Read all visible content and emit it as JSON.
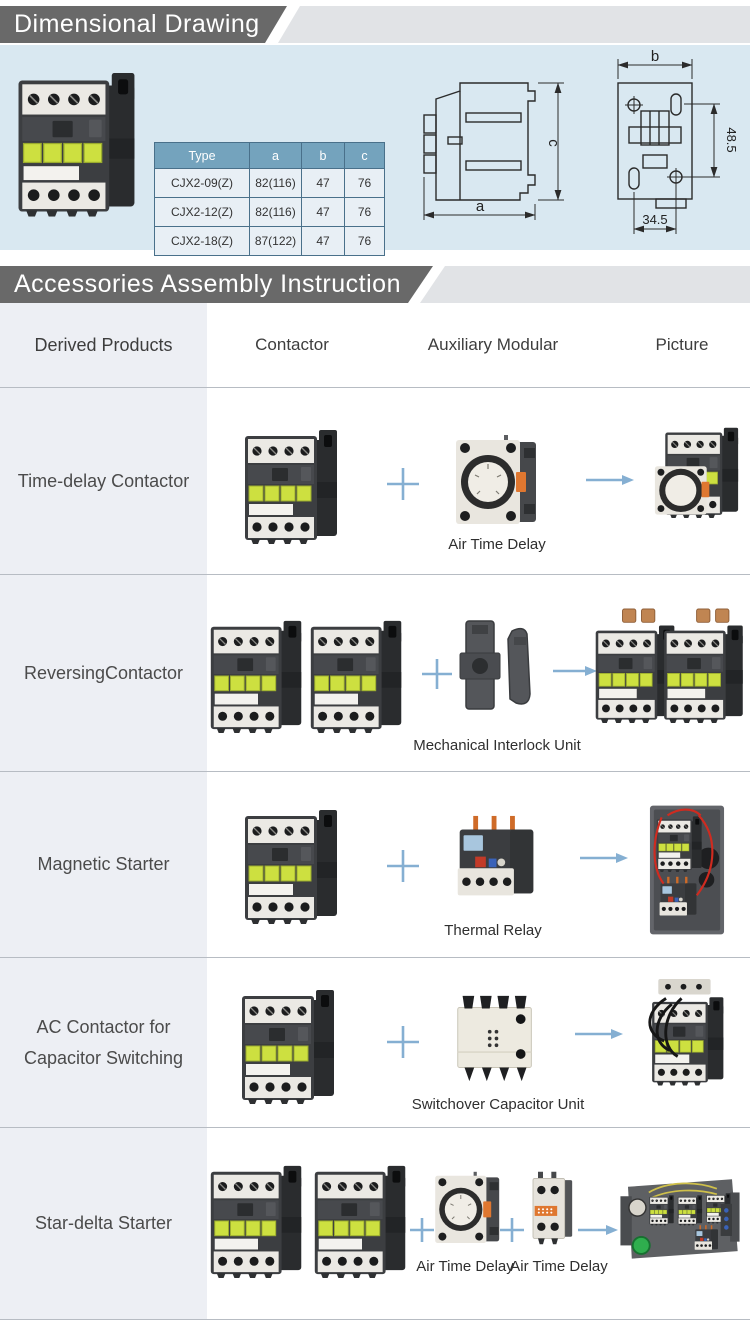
{
  "dimensional": {
    "title": "Dimensional Drawing",
    "table": {
      "headers": [
        "Type",
        "a",
        "b",
        "c"
      ],
      "rows": [
        [
          "CJX2-09(Z)",
          "82(116)",
          "47",
          "76"
        ],
        [
          "CJX2-12(Z)",
          "82(116)",
          "47",
          "76"
        ],
        [
          "CJX2-18(Z)",
          "87(122)",
          "47",
          "76"
        ]
      ]
    },
    "drawings": {
      "side": {
        "width_label": "a",
        "height_label": "c"
      },
      "back": {
        "width_label": "b",
        "hole_vertical_label": "48.5",
        "hole_horizontal_label": "34.5"
      }
    }
  },
  "accessories": {
    "title": "Accessories Assembly Instruction",
    "columns": [
      "Derived Products",
      "Contactor",
      "Auxiliary Modular",
      "Picture"
    ],
    "rows": [
      {
        "product": "Time-delay Contactor",
        "accessory": "Air Time Delay"
      },
      {
        "product": "ReversingContactor",
        "accessory": "Mechanical Interlock Unit"
      },
      {
        "product": "Magnetic Starter",
        "accessory": "Thermal Relay"
      },
      {
        "product": "AC Contactor for Capacitor Switching",
        "accessory": "Switchover Capacitor Unit"
      },
      {
        "product": "Star-delta Starter",
        "accessory": "Air Time Delay",
        "accessory2": "Air Time Delay"
      }
    ]
  },
  "icons": {
    "plus": "+",
    "arrow": "→"
  },
  "colors": {
    "banner_dark": "#696969",
    "banner_light": "#e1e3e6",
    "section_bg": "#d9e8f1",
    "table_header_bg": "#74a3bd",
    "left_column_bg": "#edeff4",
    "accent_blue": "#85afd2"
  }
}
